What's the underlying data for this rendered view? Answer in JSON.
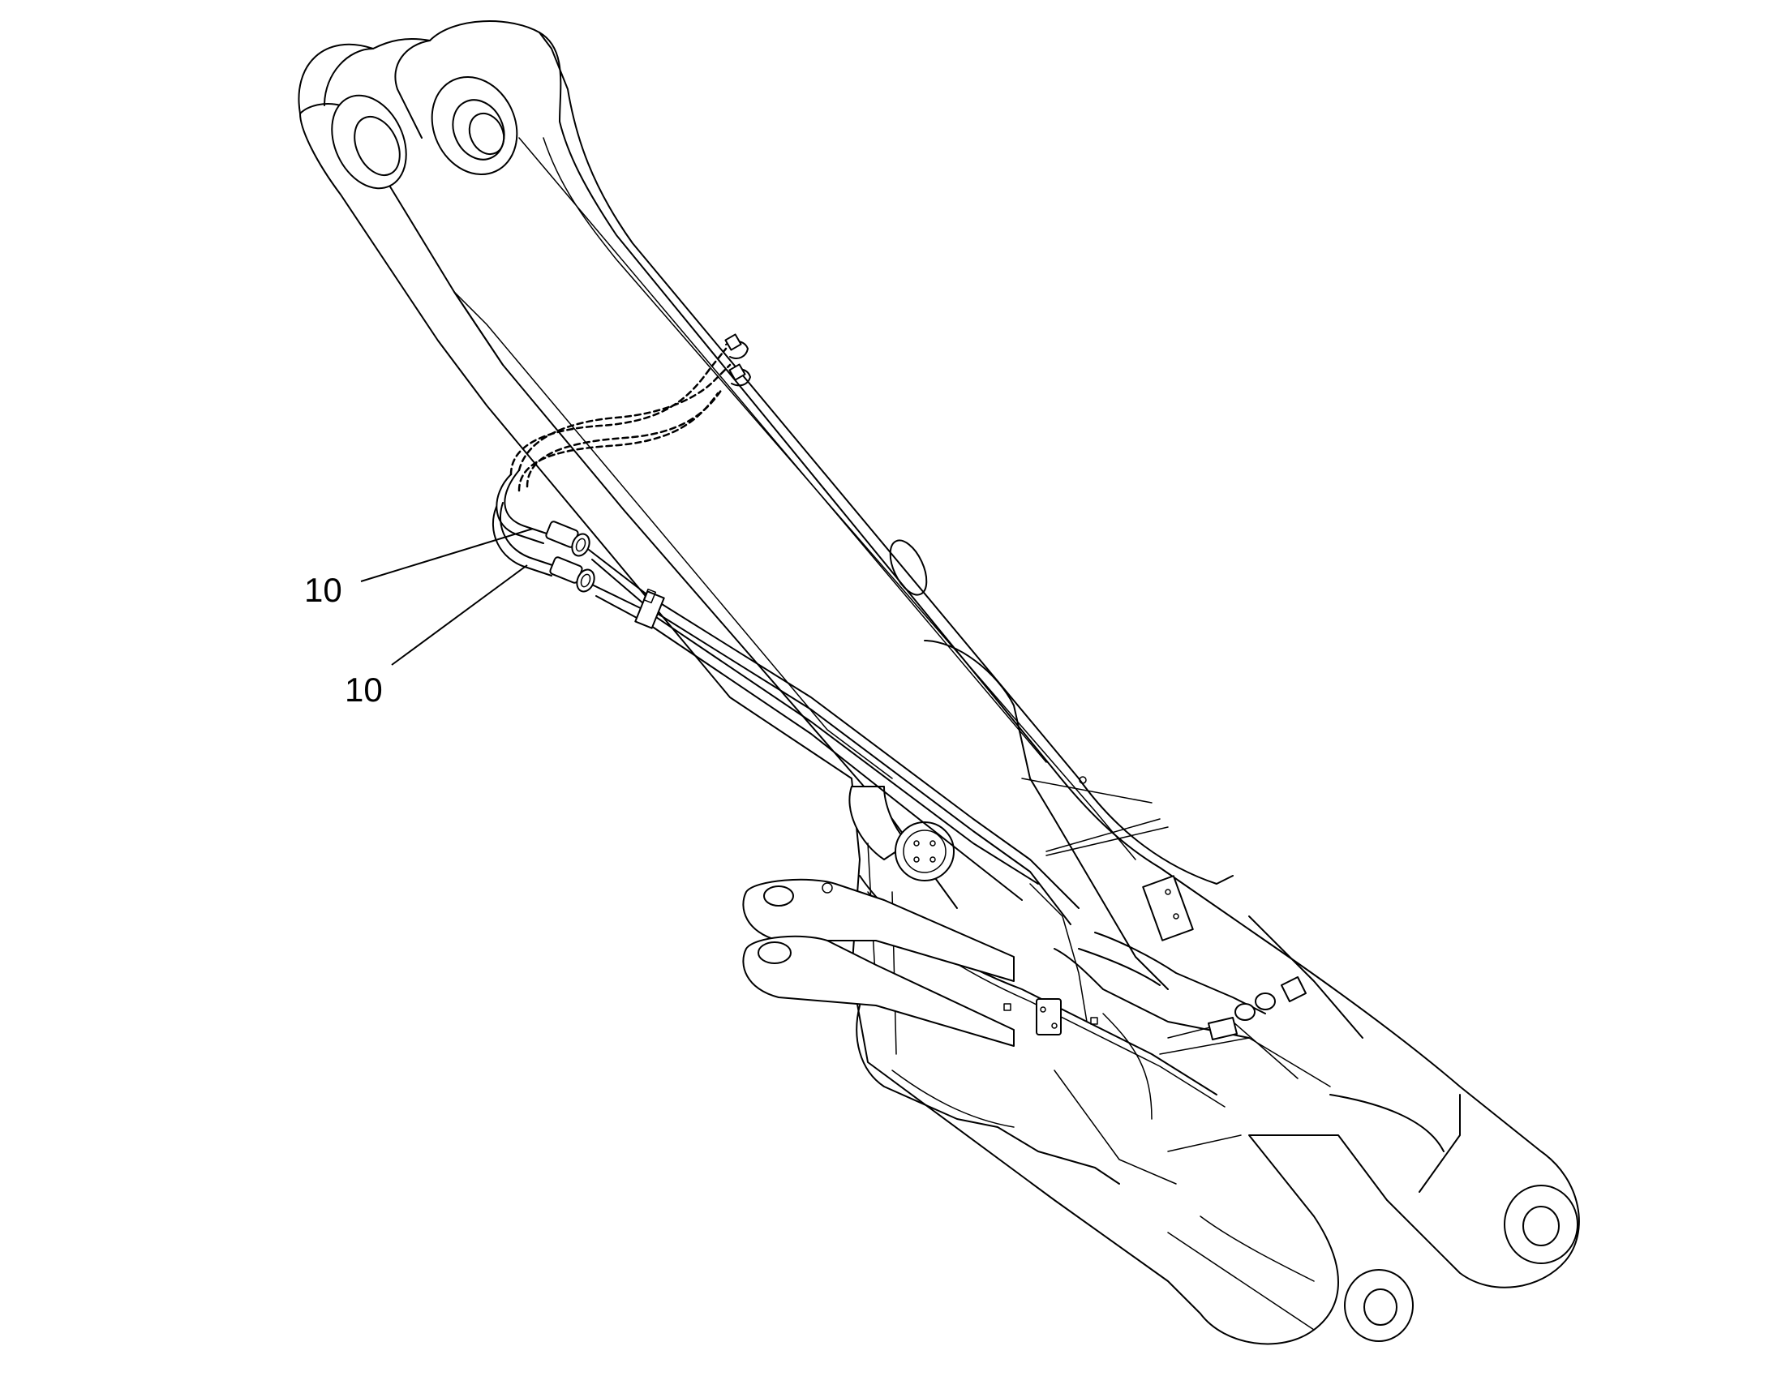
{
  "callouts": [
    {
      "id": "callout-upper",
      "label": "10"
    },
    {
      "id": "callout-lower",
      "label": "10"
    }
  ],
  "colors": {
    "line": "#000000",
    "background": "#ffffff"
  }
}
